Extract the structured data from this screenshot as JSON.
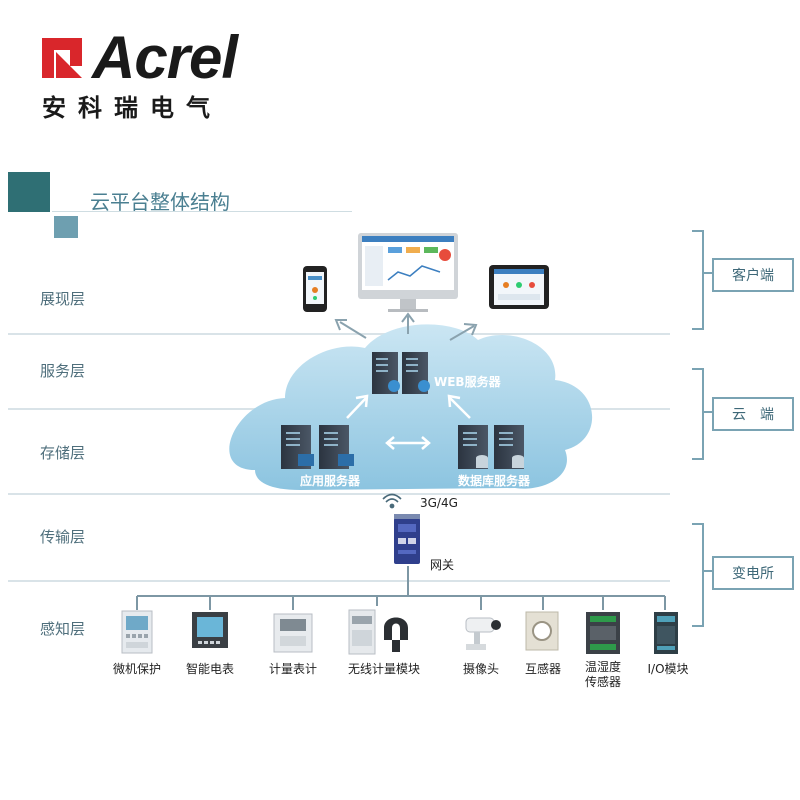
{
  "brand": {
    "name": "Acrel",
    "chinese": "安科瑞电气",
    "colors": {
      "red": "#d9262b",
      "dark": "#1a1a1a"
    }
  },
  "title": "云平台整体结构",
  "layers": [
    "展现层",
    "服务层",
    "存储层",
    "传输层",
    "感知层"
  ],
  "sides": [
    "客户端",
    "云　端",
    "变电所"
  ],
  "cloud": {
    "web_server": "WEB服务器",
    "app_server": "应用服务器",
    "db_server": "数据库服务器"
  },
  "network": {
    "signal": "3G/4G",
    "gateway": "网关"
  },
  "devices": [
    {
      "label": "微机保护",
      "icon": "relay-protection-icon"
    },
    {
      "label": "智能电表",
      "icon": "smart-meter-icon"
    },
    {
      "label": "计量表计",
      "icon": "din-meter-icon"
    },
    {
      "label": "无线计量模块",
      "icon": "wireless-module-icon"
    },
    {
      "label": "摄像头",
      "icon": "camera-icon"
    },
    {
      "label": "互感器",
      "icon": "transformer-icon"
    },
    {
      "label": "温湿度传感器",
      "icon": "temp-humidity-sensor-icon"
    },
    {
      "label": "I/O模块",
      "icon": "io-module-icon"
    }
  ]
}
